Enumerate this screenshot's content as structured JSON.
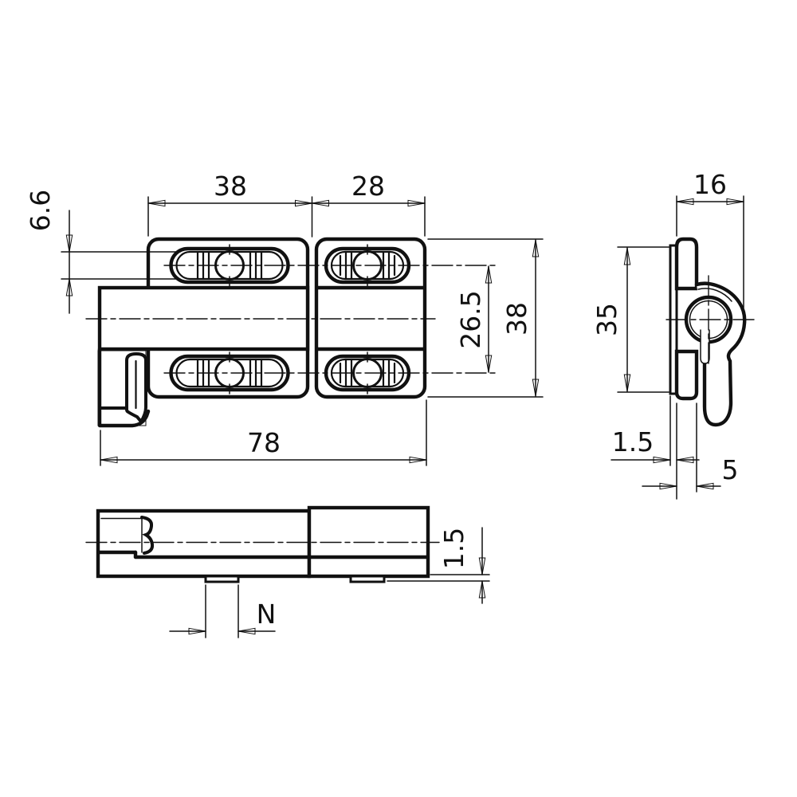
{
  "page": {
    "background": "#ffffff",
    "ink": "#111111"
  },
  "views": {
    "front": {
      "dims": {
        "left_plate_width": "38",
        "right_plate_width": "28",
        "slot_width": "6.6",
        "row_spacing": "26.5",
        "height": "38",
        "overall_length": "78"
      }
    },
    "side": {
      "dims": {
        "overall_depth": "16",
        "plate_height": "35",
        "plate_thickness": "1.5",
        "body_depth": "5"
      }
    },
    "bottom": {
      "dims": {
        "tab_width": "N",
        "tab_protrusion": "1.5"
      }
    }
  }
}
